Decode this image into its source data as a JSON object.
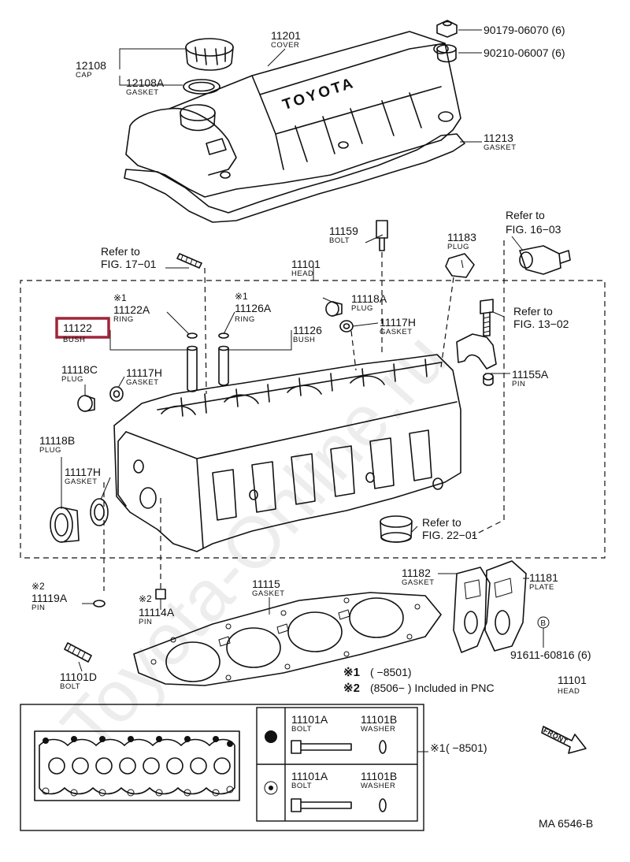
{
  "diagram": {
    "brand_mark": "TOYOTA",
    "watermark": "Toyota-Online.ru",
    "figure_code": "MA 6546-B",
    "front_label": "FRONT",
    "callouts": {
      "c12108": {
        "pn": "12108",
        "name": "CAP"
      },
      "c12108a": {
        "pn": "12108A",
        "name": "GASKET"
      },
      "c11201": {
        "pn": "11201",
        "name": "COVER"
      },
      "c90179": {
        "pn": "90179-06070 (6)"
      },
      "c90210": {
        "pn": "90210-06007 (6)"
      },
      "c11213": {
        "pn": "11213",
        "name": "GASKET"
      },
      "c11159": {
        "pn": "11159",
        "name": "BOLT"
      },
      "c11183": {
        "pn": "11183",
        "name": "PLUG"
      },
      "c11101": {
        "pn": "11101",
        "name": "HEAD"
      },
      "c11122a": {
        "mark": "※1",
        "pn": "11122A",
        "name": "RING"
      },
      "c11122": {
        "pn": "11122",
        "name": "BUSH"
      },
      "c11126a": {
        "mark": "※1",
        "pn": "11126A",
        "name": "RING"
      },
      "c11126": {
        "pn": "11126",
        "name": "BUSH"
      },
      "c11118a": {
        "pn": "11118A",
        "name": "PLUG"
      },
      "c11117h_top": {
        "pn": "11117H",
        "name": "GASKET"
      },
      "c11118c": {
        "pn": "11118C",
        "name": "PLUG"
      },
      "c11117h_mid": {
        "pn": "11117H",
        "name": "GASKET"
      },
      "c11155a": {
        "pn": "11155A",
        "name": "PIN"
      },
      "c11118b": {
        "pn": "11118B",
        "name": "PLUG"
      },
      "c11117h_low": {
        "pn": "11117H",
        "name": "GASKET"
      },
      "c11119a": {
        "mark": "※2",
        "pn": "11119A",
        "name": "PIN"
      },
      "c11114a": {
        "mark": "※2",
        "pn": "11114A",
        "name": "PIN"
      },
      "c11115": {
        "pn": "11115",
        "name": "GASKET"
      },
      "c11182": {
        "pn": "11182",
        "name": "GASKET"
      },
      "c11181": {
        "pn": "11181",
        "name": "PLATE"
      },
      "c91611": {
        "pn": "91611-60816 (6)",
        "circle": "B"
      },
      "c11101d": {
        "pn": "11101D",
        "name": "BOLT"
      }
    },
    "references": {
      "fig17": {
        "line1": "Refer to",
        "line2": "FIG. 17−01"
      },
      "fig16": {
        "line1": "Refer to",
        "line2": "FIG. 16−03"
      },
      "fig13": {
        "line1": "Refer to",
        "line2": "FIG. 13−02"
      },
      "fig22": {
        "line1": "Refer to",
        "line2": "FIG. 22−01"
      }
    },
    "notes": {
      "n1_mark": "※1",
      "n1_text": "(        −8501)",
      "n2_mark": "※2",
      "n2_text": "(8506−        ) Included in PNC",
      "pnc_pn": "11101",
      "pnc_name": "HEAD"
    },
    "inset": {
      "row1": {
        "bolt_pn": "11101A",
        "bolt_name": "BOLT",
        "washer_pn": "11101B",
        "washer_name": "WASHER"
      },
      "row2": {
        "bolt_pn": "11101A",
        "bolt_name": "BOLT",
        "washer_pn": "11101B",
        "washer_name": "WASHER"
      },
      "row1_note_mark": "※1",
      "row1_note": "(      −8501)"
    }
  }
}
